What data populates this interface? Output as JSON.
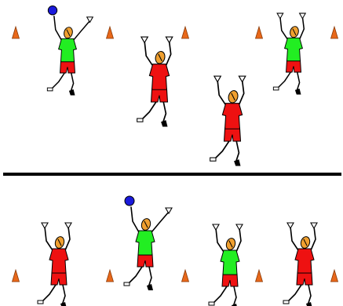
{
  "diagram": {
    "colors": {
      "background": "#ffffff",
      "cone": "#e8681a",
      "ball": "#1a1adc",
      "team_green": "#22ee22",
      "team_red": "#ee1111",
      "head": "#f0a030",
      "outline": "#000000",
      "divider": "#000000"
    },
    "top_half": {
      "players": [
        {
          "team": "green",
          "has_ball": true,
          "pose": "jump-throw"
        },
        {
          "team": "red",
          "has_ball": false,
          "pose": "jump-block"
        },
        {
          "team": "red",
          "has_ball": false,
          "pose": "jump-block"
        },
        {
          "team": "green",
          "has_ball": false,
          "pose": "jump-block"
        }
      ],
      "cones": 5
    },
    "bottom_half": {
      "players": [
        {
          "team": "red",
          "has_ball": false,
          "pose": "jump-block"
        },
        {
          "team": "green",
          "has_ball": true,
          "pose": "jump-throw"
        },
        {
          "team": "green",
          "has_ball": false,
          "pose": "jump-block"
        },
        {
          "team": "red",
          "has_ball": false,
          "pose": "jump-block"
        }
      ],
      "cones": 5
    },
    "icons": [
      "cone-icon",
      "ball-icon",
      "player-figure-icon"
    ]
  }
}
